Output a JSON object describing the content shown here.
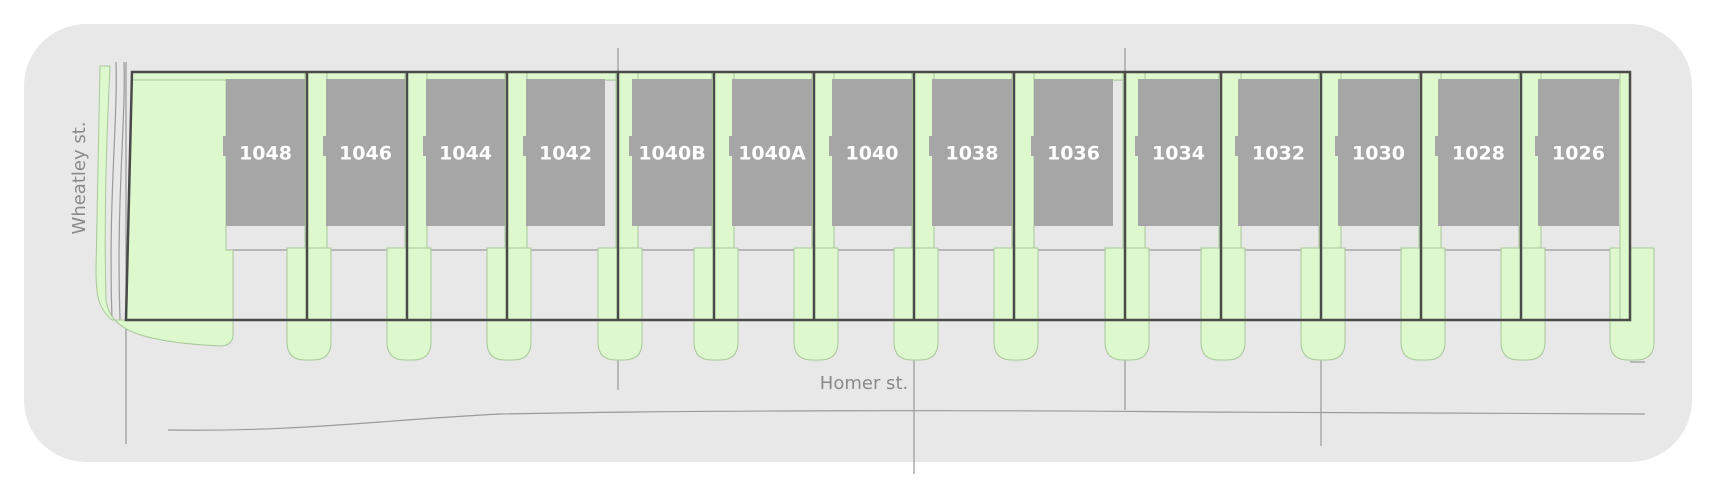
{
  "streets": {
    "west": "Wheatley st.",
    "south": "Homer st."
  },
  "units": [
    "1048",
    "1046",
    "1044",
    "1042",
    "1040B",
    "1040A",
    "1040",
    "1038",
    "1036",
    "1034",
    "1032",
    "1030",
    "1028",
    "1026"
  ],
  "colors": {
    "background": "#e8e8e8",
    "landscape": "#dcf8cc",
    "building": "#a6a6a6",
    "lot_line": "#4a4a4a",
    "thin_line": "#9a9a9a",
    "label": "#ffffff",
    "street_label": "#8a8a8a"
  }
}
